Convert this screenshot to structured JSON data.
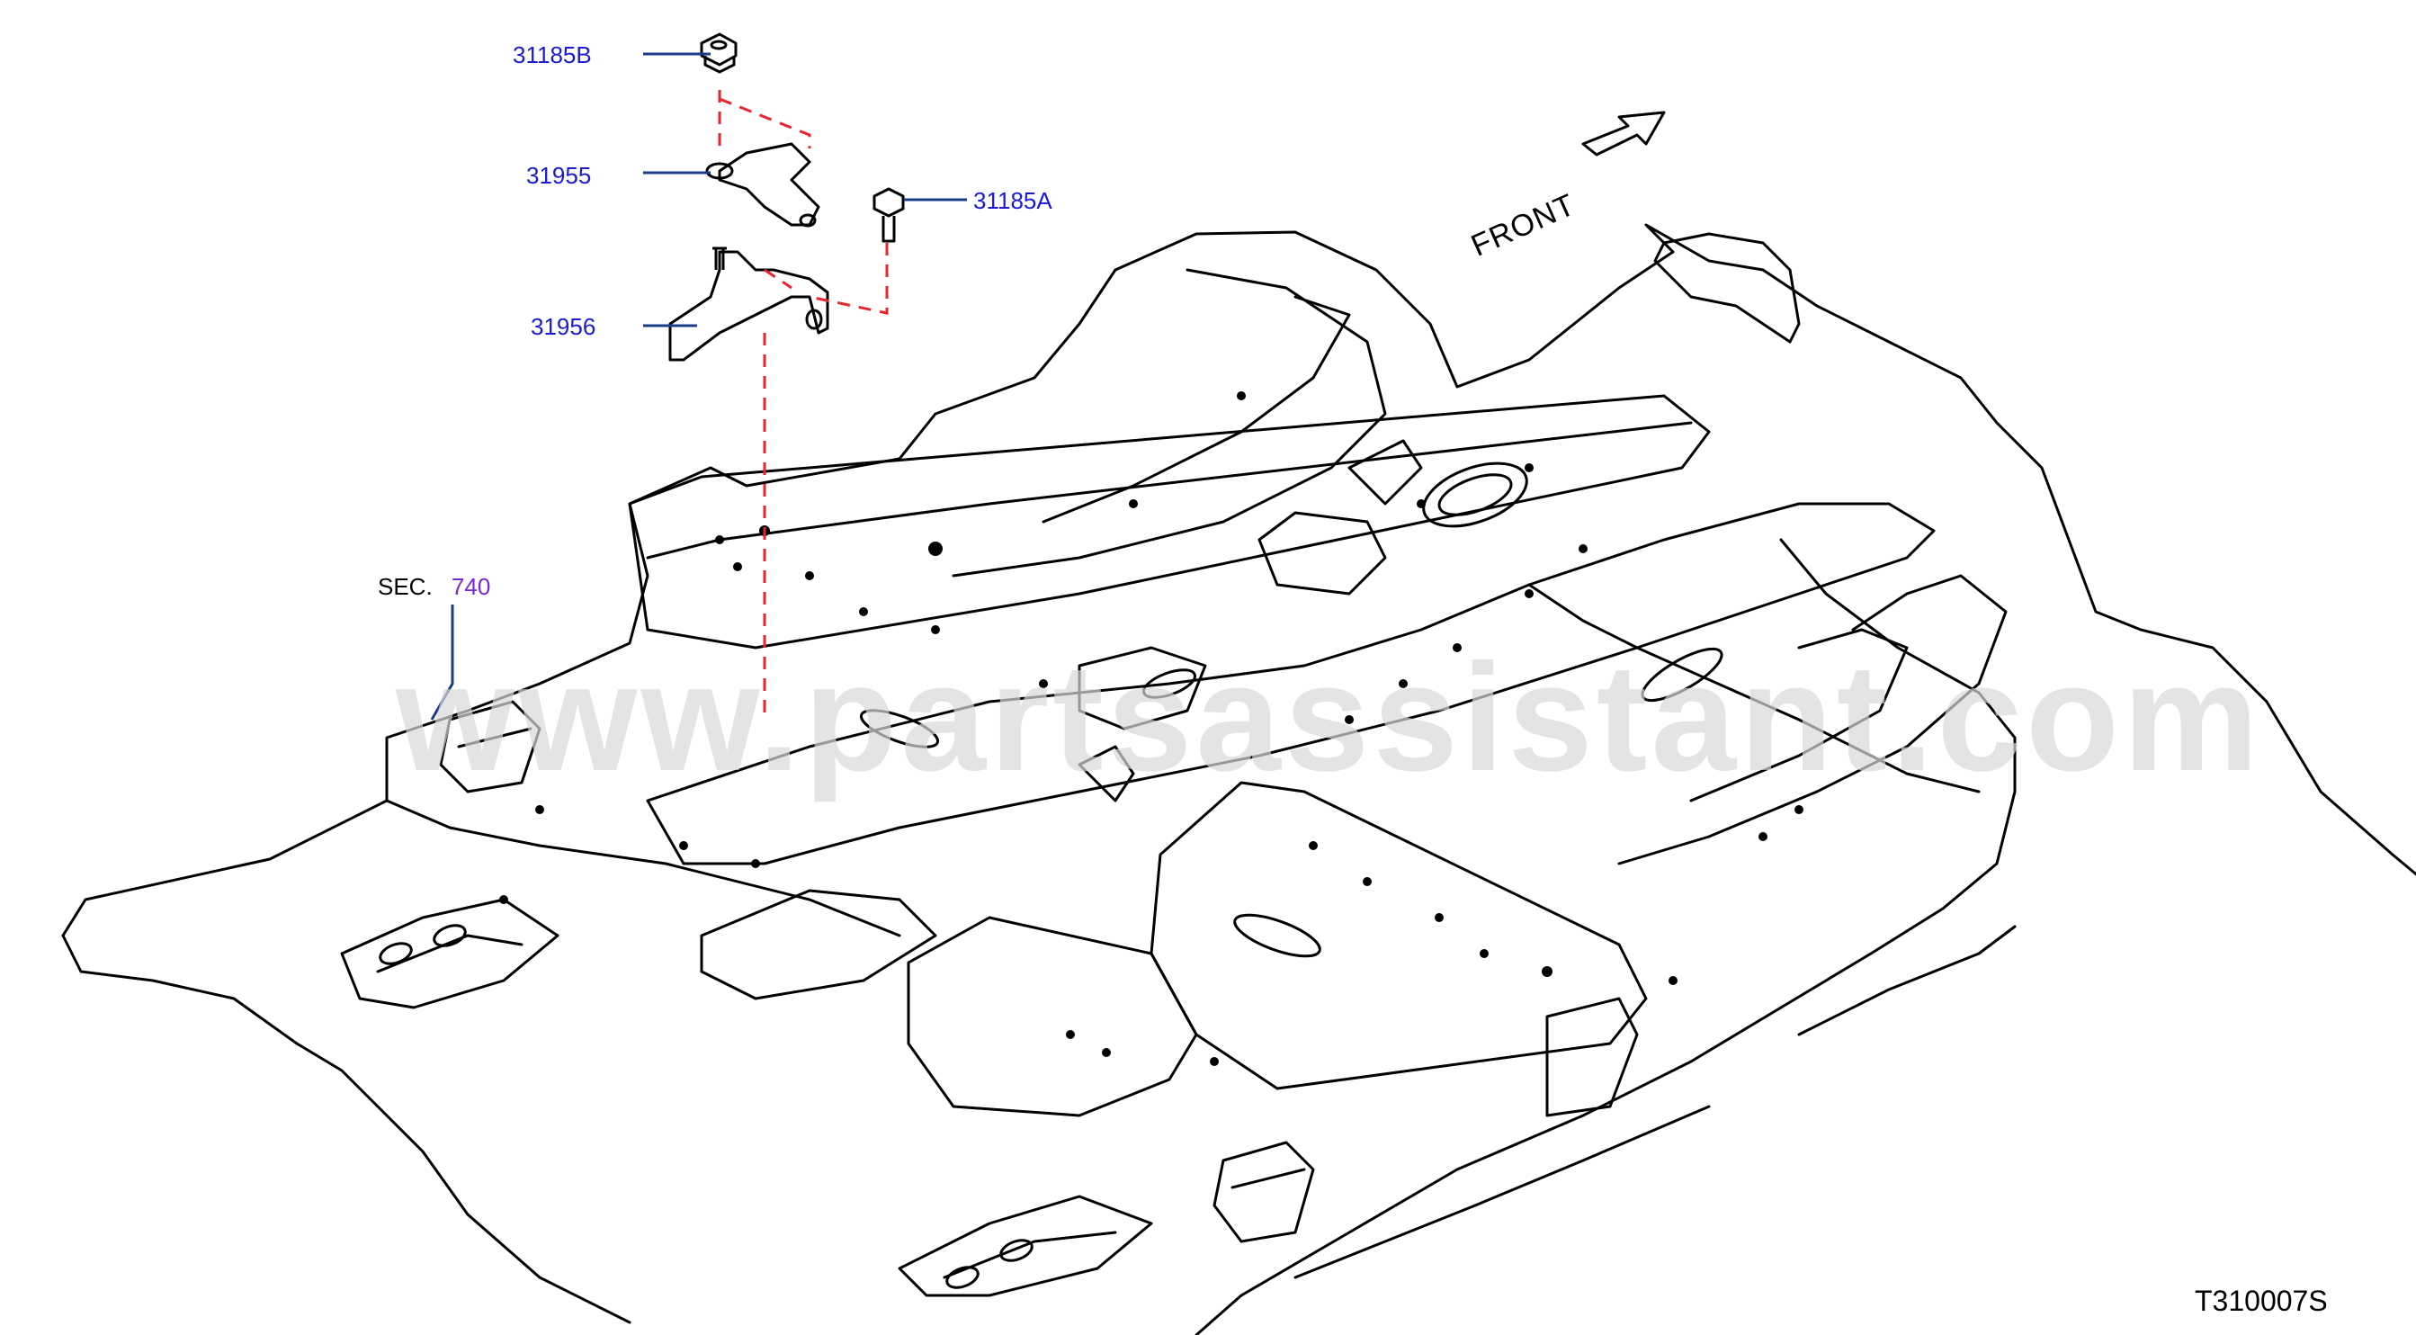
{
  "diagram": {
    "id_label": "T310007S",
    "front_label": "FRONT",
    "watermark": "www.partsassistant.com",
    "section_ref": {
      "prefix": "SEC.",
      "number": "740"
    },
    "callouts": [
      {
        "part_number": "31185B"
      },
      {
        "part_number": "31955"
      },
      {
        "part_number": "31185A"
      },
      {
        "part_number": "31956"
      }
    ]
  },
  "colors": {
    "part_number": "#1a1ad6",
    "section_number": "#7a26d9",
    "leader_line": "#1a3a8a",
    "dashed_guide": "#e8252d",
    "line_art": "#000000",
    "watermark": "#d9d9d9"
  }
}
